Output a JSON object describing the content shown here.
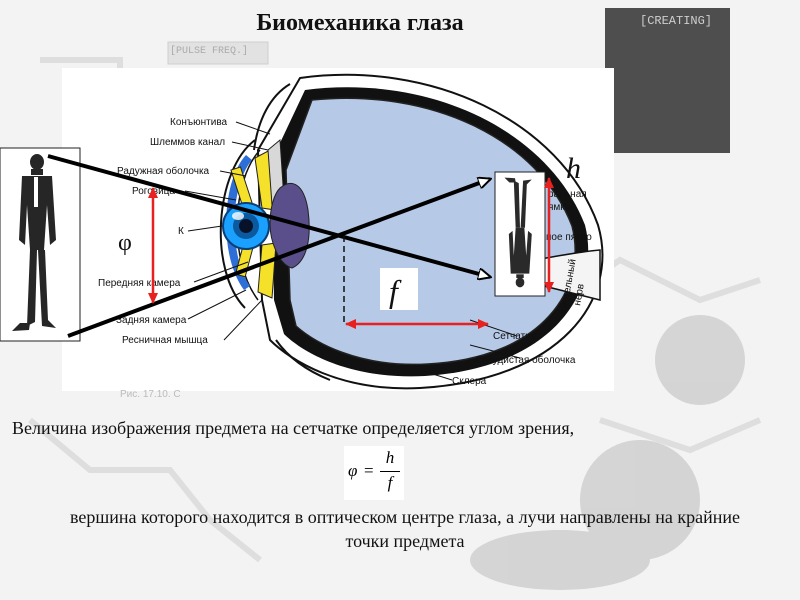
{
  "title": "Биомеханика глаза",
  "background_labels": {
    "left_button": "[PULSE FREQ.]",
    "right_button": "[CREATING]"
  },
  "labels": {
    "konjunktiva": "Конъюнтива",
    "shlemmov": "Шлеммов канал",
    "raduzhnaya": "Радужная оболочка",
    "rogovitsa": "Роговица",
    "k": "К",
    "perednyaya": "Передняя камера",
    "zadnyaya": "Задняя камера",
    "resnichnaya": "Ресничная мышца",
    "setchatka": "Сетчатка",
    "sosudistaya": "Сосудистая оболочка",
    "sklera": "Склера",
    "centralnaya_partial": "ральная",
    "yamka_partial": "ямка",
    "pyatno_partial": "пое пятно",
    "zritelny": "Зрительный",
    "nerv": "нерв",
    "fig_caption": "Рис. 17.10. С"
  },
  "symbols": {
    "phi": "φ",
    "h": "h",
    "f": "f"
  },
  "caption_line1": "Величина изображения  предмета на сетчатке определяется углом зрения,",
  "formula": {
    "phi": "φ",
    "eq": "=",
    "numerator": "h",
    "denominator": "f"
  },
  "caption_line2": "вершина которого находится в оптическом центре глаза, а лучи направлены на крайние точки предмета",
  "colors": {
    "eyeball": "#b6c9e6",
    "lens": "#5a4f8a",
    "iris_yellow": "#f5e12a",
    "iris_blue": "#2d6fd6",
    "arrow_red": "#e8201f",
    "ray": "#000000"
  }
}
